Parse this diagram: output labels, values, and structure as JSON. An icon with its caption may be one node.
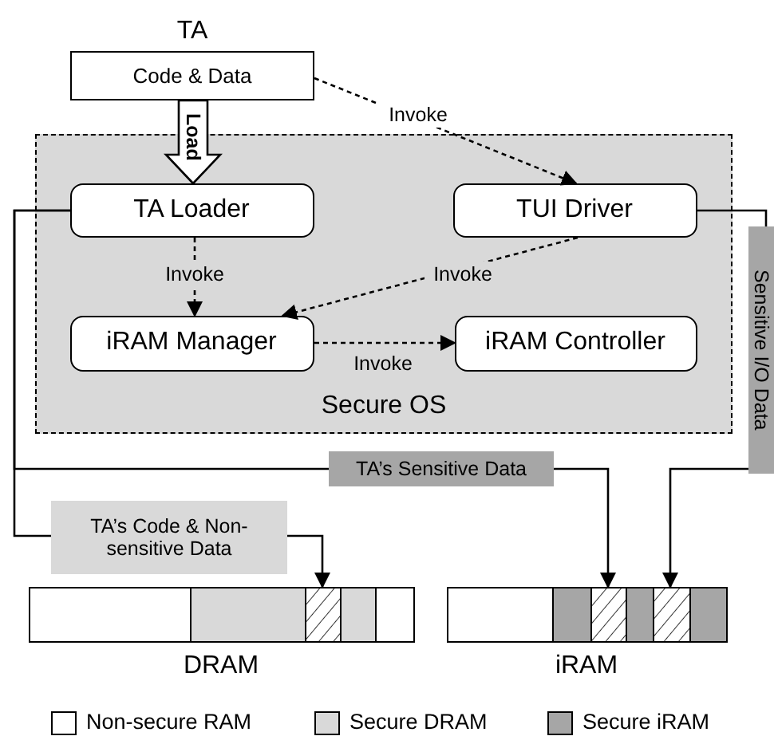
{
  "diagram": {
    "nodes": [
      {
        "text": [
          "TA",
          "Code & Data"
        ]
      },
      {
        "text": [
          "Secure OS"
        ]
      },
      {
        "text": [
          "TA Loader"
        ],
        "in": 1
      },
      {
        "text": [
          "TUI Driver"
        ],
        "in": 1
      },
      {
        "text": [
          "iRAM Manager"
        ],
        "in": 1
      },
      {
        "text": [
          "iRAM Controller"
        ],
        "in": 1
      },
      {
        "text": [],
        "shape": "bar",
        "beside": [
          "DRAM"
        ]
      },
      {
        "text": [],
        "shape": "bar",
        "beside": [
          "iRAM"
        ]
      }
    ],
    "edges": [
      {
        "from": 0,
        "to": 3,
        "arrow": "to",
        "label": "Invoke",
        "style": "dashed"
      },
      {
        "from": 0,
        "to": 2,
        "arrow": "to",
        "label": "Load",
        "style": "thick"
      },
      {
        "from": 2,
        "to": 4,
        "arrow": "to",
        "label": "Invoke",
        "style": "dashed"
      },
      {
        "from": 3,
        "to": 4,
        "arrow": "to",
        "label": "Invoke",
        "style": "dashed"
      },
      {
        "from": 4,
        "to": 5,
        "arrow": "to",
        "label": "Invoke",
        "style": "dashed"
      },
      {
        "from": 2,
        "to": 6,
        "arrow": "to",
        "label": "TA’s Code & Non-sensitive Data"
      },
      {
        "from": 2,
        "to": 7,
        "arrow": "to",
        "label": "TA’s Sensitive Data"
      },
      {
        "from": 3,
        "to": 7,
        "arrow": "to",
        "label": "Sensitive I/O Data"
      }
    ],
    "legend": [
      {
        "text": "Non-secure RAM",
        "color": "#ffffff"
      },
      {
        "text": "Secure DRAM",
        "color": "#d9d9d9"
      },
      {
        "text": "Secure iRAM",
        "color": "#a6a6a6"
      }
    ]
  }
}
